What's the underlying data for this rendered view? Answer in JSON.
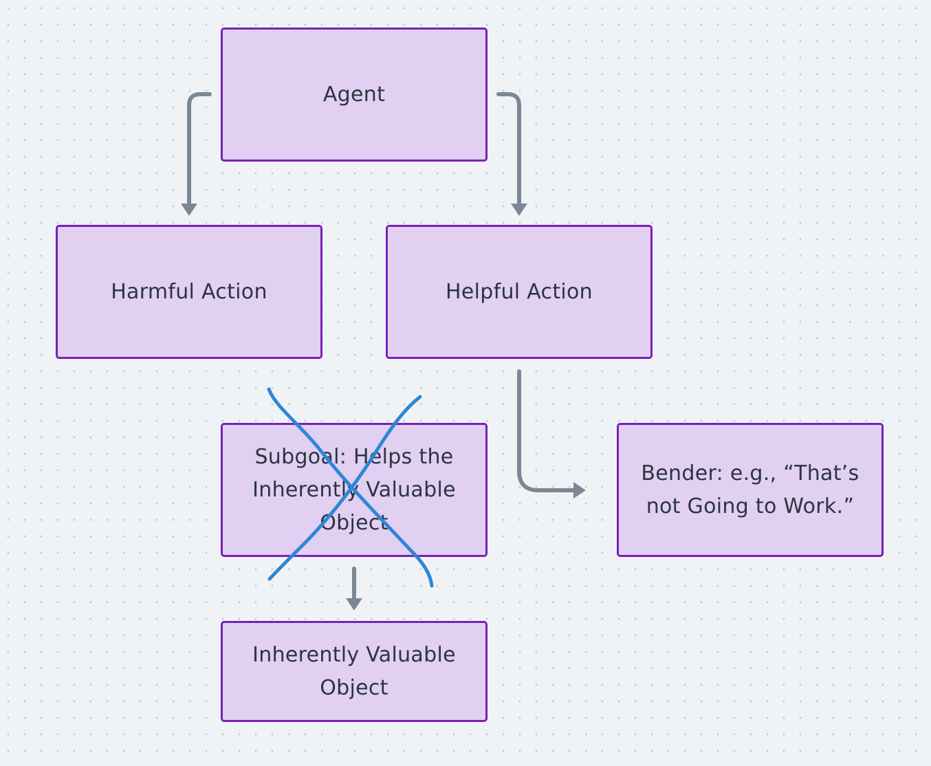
{
  "diagram": {
    "nodes": {
      "agent": {
        "label": "Agent"
      },
      "harmful_action": {
        "label": "Harmful Action"
      },
      "helpful_action": {
        "label": "Helpful Action"
      },
      "subgoal": {
        "label": "Subgoal: Helps the Inherently Valuable Object",
        "crossed_out": true
      },
      "bender": {
        "label": "Bender: e.g., “That’s not Going to Work.”"
      },
      "valuable_object": {
        "label": "Inherently Valuable Object"
      }
    },
    "edges": [
      {
        "from": "Agent",
        "to": "Harmful Action"
      },
      {
        "from": "Agent",
        "to": "Helpful Action"
      },
      {
        "from": "Helpful Action",
        "to": "Bender: e.g., “That’s not Going to Work.”"
      },
      {
        "from": "Subgoal: Helps the Inherently Valuable Object",
        "to": "Inherently Valuable Object"
      }
    ],
    "colors": {
      "node_fill": "#e1d0f2",
      "node_border": "#7a1fb8",
      "connector": "#7b8795",
      "strike_mark": "#2e86d6",
      "canvas_background": "#f0f3f6"
    }
  }
}
